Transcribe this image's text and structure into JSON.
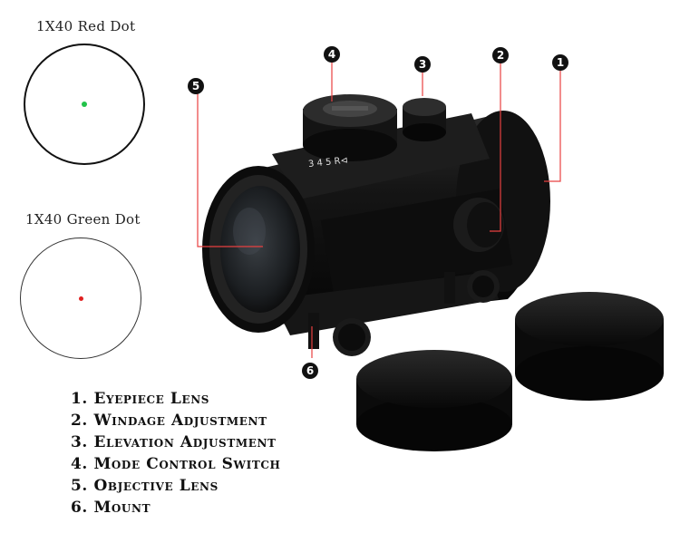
{
  "reticles": [
    {
      "label": "1X40 Red Dot",
      "dot_color": "#22c34a"
    },
    {
      "label": "1X40 Green Dot",
      "dot_color": "#e02020"
    }
  ],
  "callouts": [
    "1",
    "2",
    "3",
    "4",
    "5",
    "6"
  ],
  "scope_dial_text": "3  4  5  R⊲",
  "legend": [
    "1. Eyepiece Lens",
    "2. Windage Adjustment",
    "3. Elevation  Adjustment",
    "4. Mode Control Switch",
    "5. Objective Lens",
    "6. Mount"
  ]
}
